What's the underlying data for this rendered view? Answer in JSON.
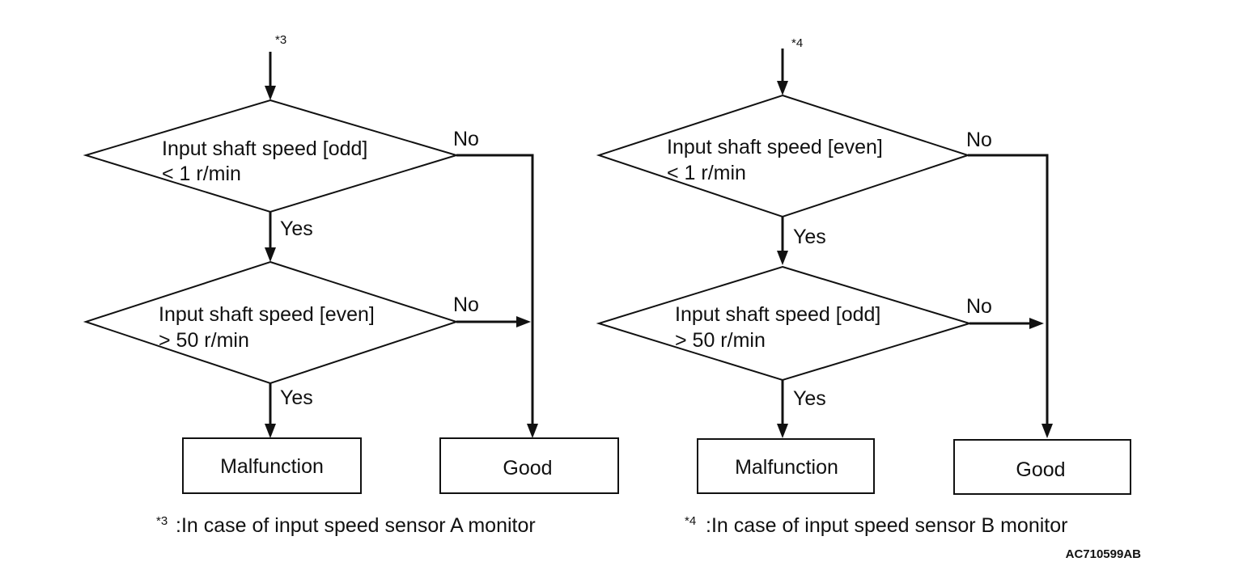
{
  "flowcharts": [
    {
      "entry_mark": "*3",
      "decision1": {
        "line1": "Input shaft speed [odd]",
        "line2": "< 1 r/min"
      },
      "decision2": {
        "line1": "Input shaft speed [even]",
        "line2": "> 50 r/min"
      },
      "yes_label": "Yes",
      "no_label": "No",
      "malfunction_label": "Malfunction",
      "good_label": "Good",
      "footnote_mark": "*3",
      "footnote_text": ":In case of input speed sensor A monitor"
    },
    {
      "entry_mark": "*4",
      "decision1": {
        "line1": "Input shaft speed [even]",
        "line2": "< 1 r/min"
      },
      "decision2": {
        "line1": "Input shaft speed [odd]",
        "line2": "> 50 r/min"
      },
      "yes_label": "Yes",
      "no_label": "No",
      "malfunction_label": "Malfunction",
      "good_label": "Good",
      "footnote_mark": "*4",
      "footnote_text": ":In case of input speed sensor B monitor"
    }
  ],
  "figure_code": "AC710599AB"
}
